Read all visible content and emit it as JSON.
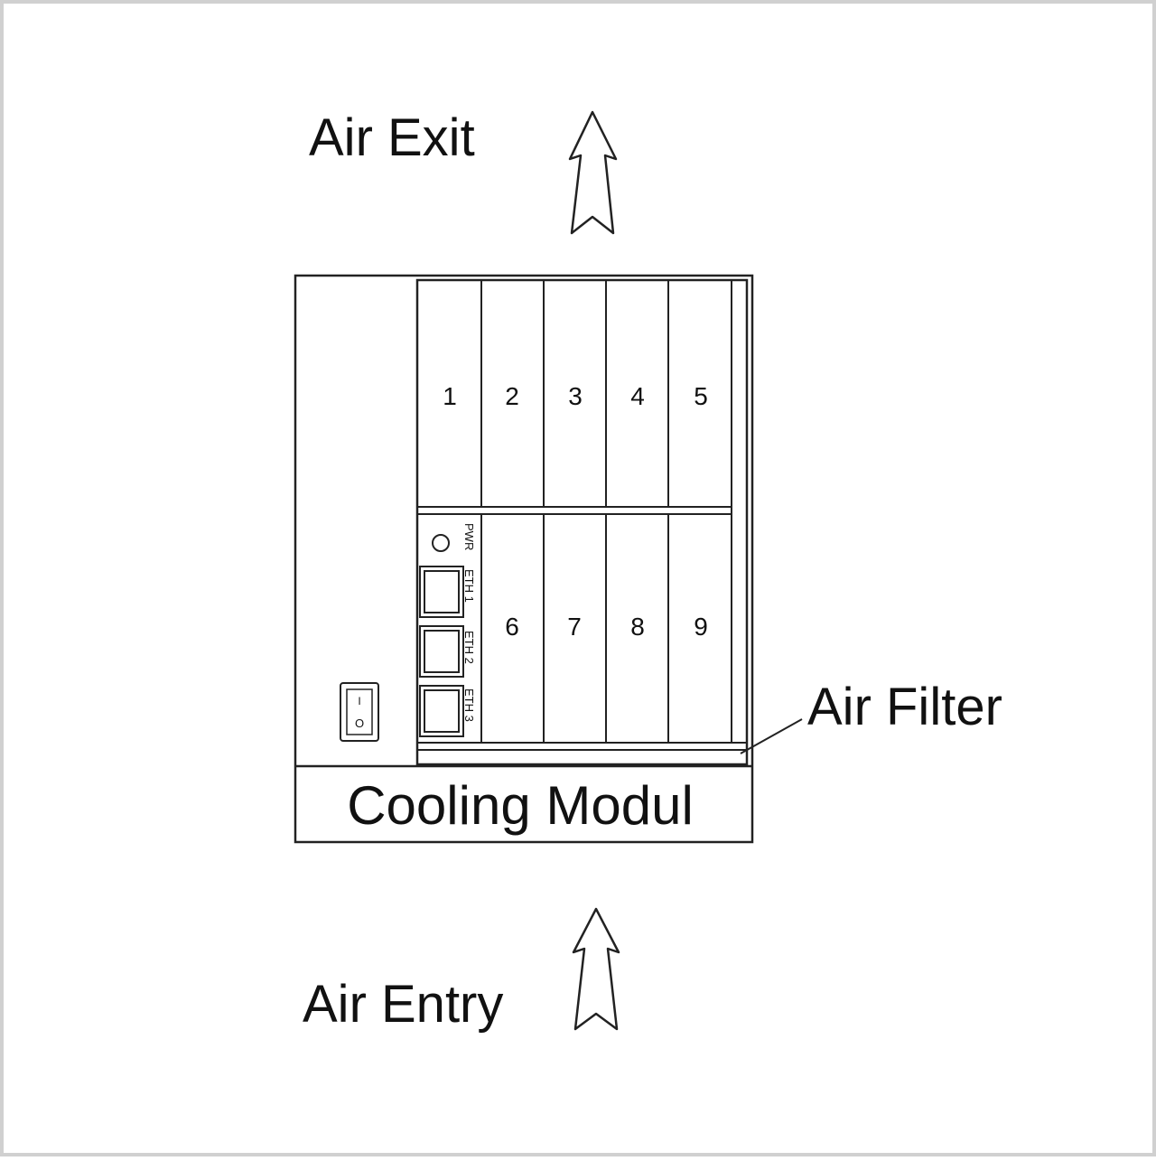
{
  "labels": {
    "air_exit": "Air Exit",
    "air_entry": "Air Entry",
    "air_filter": "Air Filter",
    "cooling_module": "Cooling Modul"
  },
  "slots_top": [
    "1",
    "2",
    "3",
    "4",
    "5"
  ],
  "slots_bottom": [
    "6",
    "7",
    "8",
    "9"
  ],
  "control_panel": {
    "pwr": "PWR",
    "eth1": "ETH 1",
    "eth2": "ETH 2",
    "eth3": "ETH 3"
  },
  "power_switch": {
    "on_mark": "I",
    "off_mark": "O"
  },
  "colors": {
    "line": "#222222",
    "frame_border": "#d0d0d0"
  }
}
